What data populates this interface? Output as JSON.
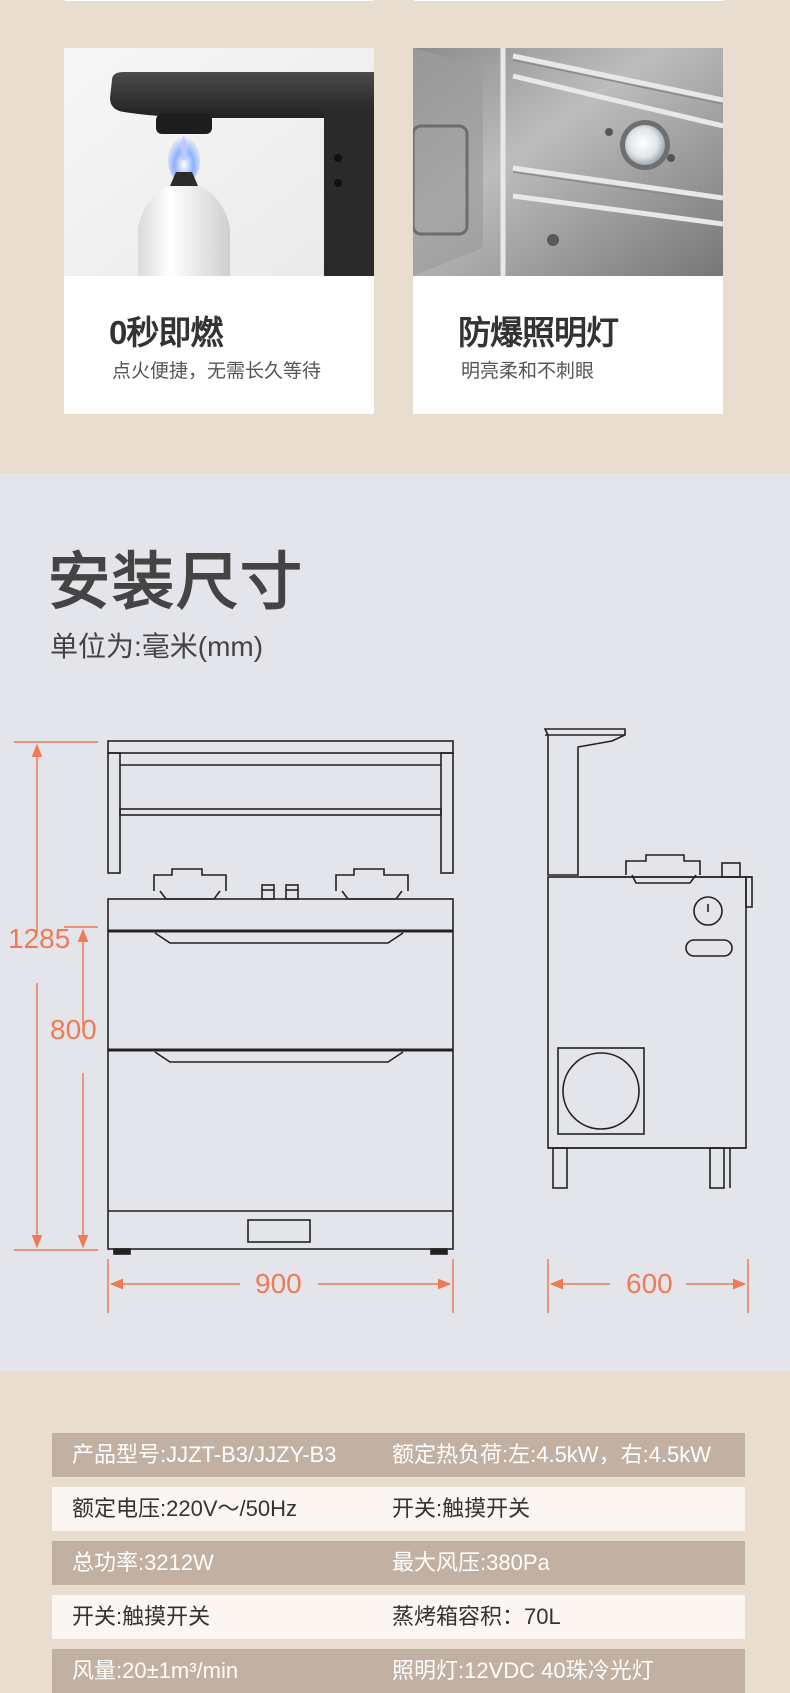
{
  "features": [
    {
      "title": "0秒即燃",
      "subtitle": "点火便捷，无需长久等待",
      "icon": "ignition-burner-photo"
    },
    {
      "title": "防爆照明灯",
      "subtitle": "明亮柔和不刺眼",
      "icon": "oven-lamp-photo"
    }
  ],
  "install": {
    "title": "安装尺寸",
    "unit": "单位为:毫米(mm)",
    "dimensions": {
      "total_height": "1285",
      "cabinet_height": "800",
      "width": "900",
      "depth": "600"
    }
  },
  "specs": [
    {
      "left": "产品型号:JJZT-B3/JJZY-B3",
      "right": "额定热负荷:左:4.5kW，右:4.5kW"
    },
    {
      "left": "额定电压:220V～/50Hz",
      "right": "开关:触摸开关"
    },
    {
      "left": "总功率:3212W",
      "right": "最大风压:380Pa"
    },
    {
      "left": "开关:触摸开关",
      "right": "蒸烤箱容积：70L"
    },
    {
      "left": "风量:20±1m³/min",
      "right": "照明灯:12VDC 40珠冷光灯"
    }
  ],
  "colors": {
    "accent": "#ef7a55",
    "spec_dark": "#c2b1a3",
    "spec_light": "#fbf6f1",
    "bg_beige": "#e9ddd0",
    "bg_gray": "#e4e5ea"
  }
}
